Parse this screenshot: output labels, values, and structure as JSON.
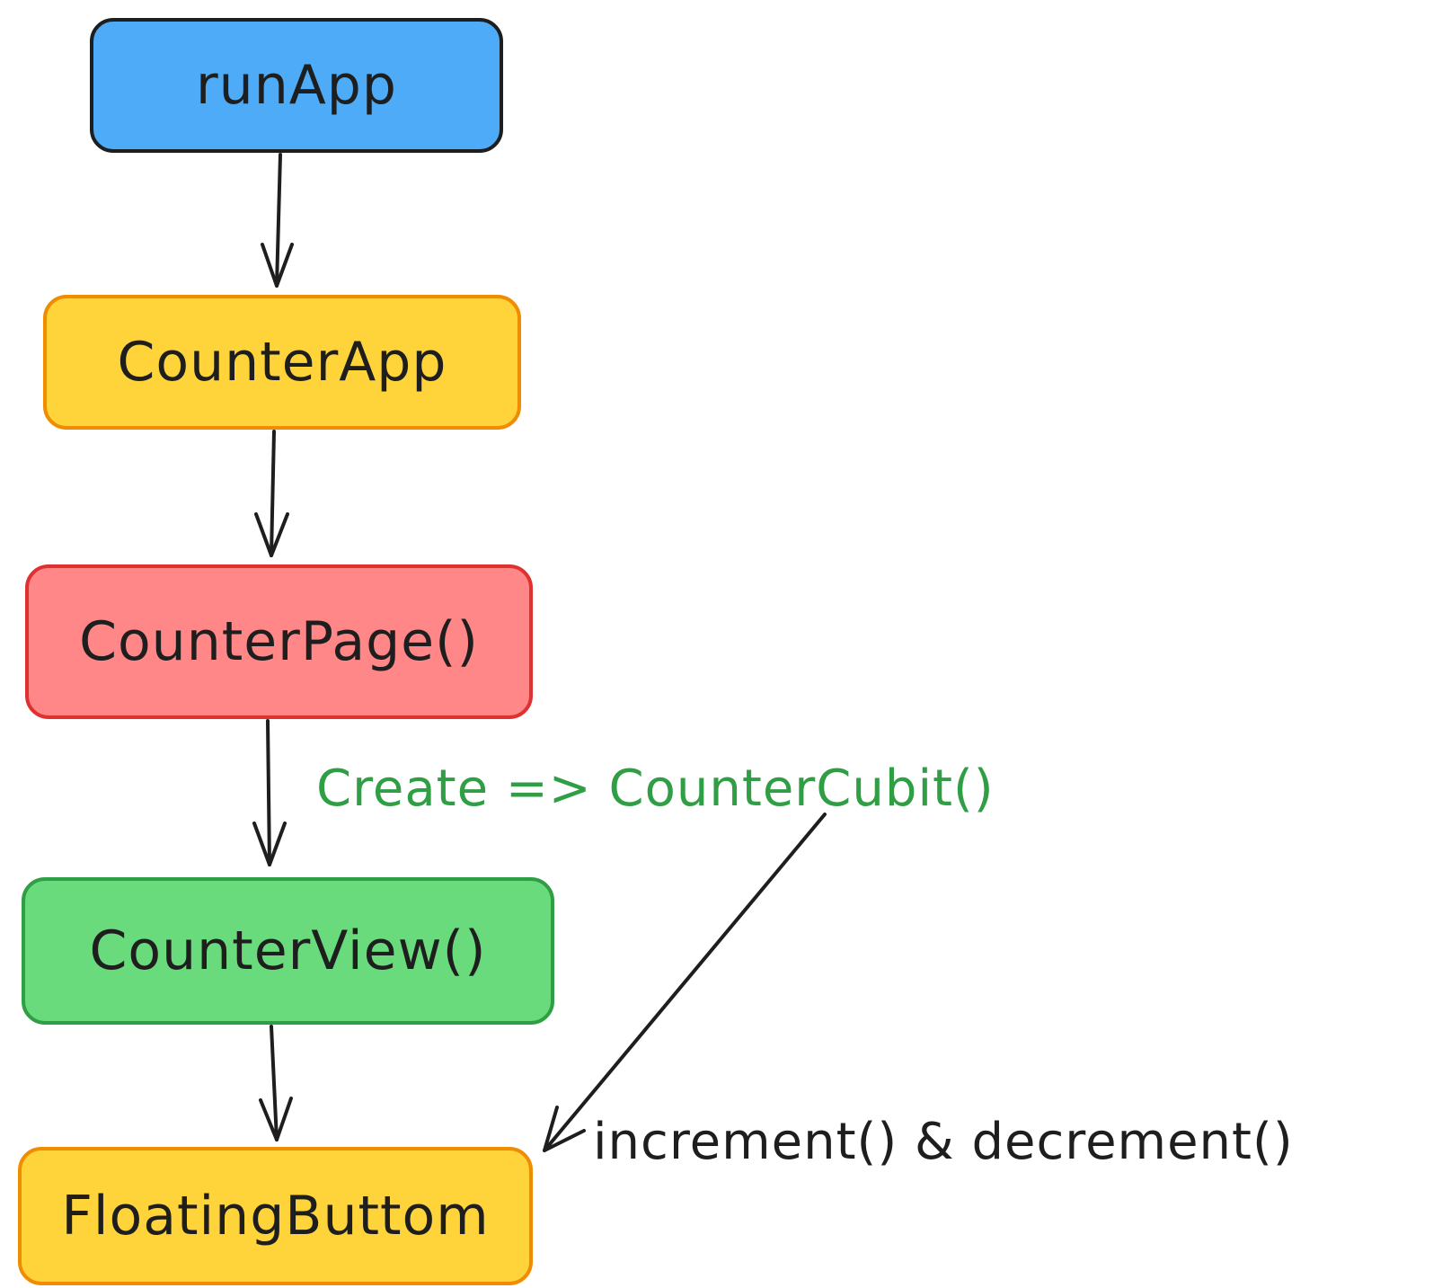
{
  "nodes": [
    {
      "id": "runapp",
      "label": "runApp",
      "fill": "#4dabf7",
      "stroke": "#1e1e1e"
    },
    {
      "id": "counterapp",
      "label": "CounterApp",
      "fill": "#ffd43b",
      "stroke": "#f08c00"
    },
    {
      "id": "counterpage",
      "label": "CounterPage()",
      "fill": "#ff8787",
      "stroke": "#e03131"
    },
    {
      "id": "counterview",
      "label": "CounterView()",
      "fill": "#69db7c",
      "stroke": "#2f9e44"
    },
    {
      "id": "floating",
      "label": "FloatingButtom",
      "fill": "#ffd43b",
      "stroke": "#f08c00"
    }
  ],
  "edges": [
    {
      "from": "runapp",
      "to": "counterapp"
    },
    {
      "from": "counterapp",
      "to": "counterpage"
    },
    {
      "from": "counterpage",
      "to": "counterview"
    },
    {
      "from": "counterview",
      "to": "floating"
    },
    {
      "from": "create_label",
      "to": "floating"
    }
  ],
  "labels": {
    "create": "Create => CounterCubit()",
    "create_color": "#2f9e44",
    "methods": "increment() & decrement()",
    "methods_color": "#1e1e1e"
  },
  "arrow_color": "#1e1e1e"
}
